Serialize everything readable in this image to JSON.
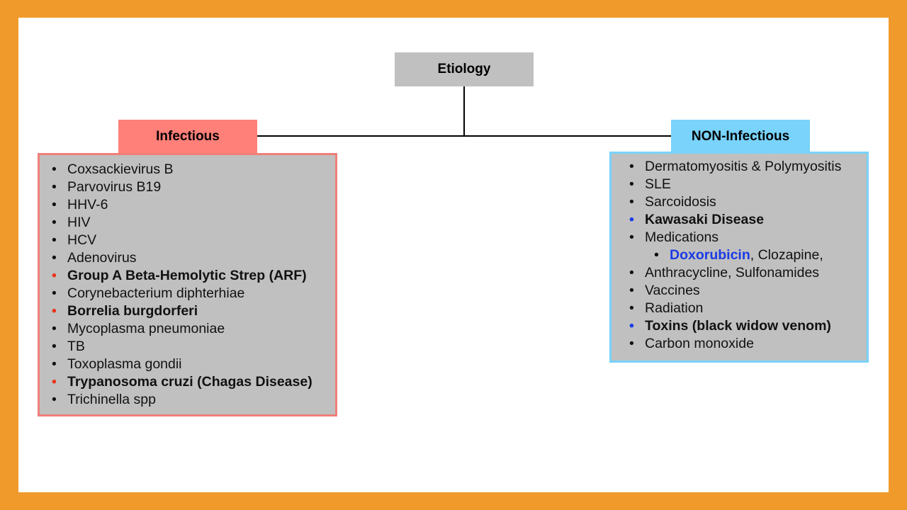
{
  "diagram": {
    "root": "Etiology",
    "infectious": {
      "label": "Infectious",
      "items": [
        {
          "text": "Coxsackievirus B",
          "highlight": false
        },
        {
          "text": "Parvovirus B19",
          "highlight": false
        },
        {
          "text": "HHV-6",
          "highlight": false
        },
        {
          "text": "HIV",
          "highlight": false
        },
        {
          "text": "HCV",
          "highlight": false
        },
        {
          "text": "Adenovirus",
          "highlight": false
        },
        {
          "text": "Group A Beta-Hemolytic Strep (ARF)",
          "highlight": true
        },
        {
          "text": "Corynebacterium diphterhiae",
          "highlight": false
        },
        {
          "text": "Borrelia burgdorferi",
          "highlight": true
        },
        {
          "text": "Mycoplasma pneumoniae",
          "highlight": false
        },
        {
          "text": "TB",
          "highlight": false
        },
        {
          "text": "Toxoplasma gondii",
          "highlight": false
        },
        {
          "text": "Trypanosoma cruzi (Chagas Disease)",
          "highlight": true
        },
        {
          "text": "Trichinella spp",
          "highlight": false
        }
      ]
    },
    "non_infectious": {
      "label": "NON-Infectious",
      "items": [
        {
          "text": "Dermatomyositis & Polymyositis",
          "highlight": false
        },
        {
          "text": "SLE",
          "highlight": false
        },
        {
          "text": "Sarcoidosis",
          "highlight": false
        },
        {
          "text": "Kawasaki Disease",
          "highlight": true
        },
        {
          "text": "Medications",
          "highlight": false
        },
        {
          "text": "Vaccines",
          "highlight": false
        },
        {
          "text": "Radiation",
          "highlight": false
        },
        {
          "text": "Toxins (black widow venom)",
          "highlight": true
        },
        {
          "text": "Carbon monoxide",
          "highlight": false
        }
      ],
      "medications_sub": {
        "highlighted": "Doxorubicin",
        "rest_line1": ", Clozapine,",
        "line2": "Anthracycline, Sulfonamides"
      }
    }
  },
  "colors": {
    "frame": "#F09A2B",
    "root_fill": "#C0C0C0",
    "infectious_fill": "#FF7F79",
    "non_infectious_fill": "#79D3FB",
    "infectious_highlight": "#E8341C",
    "non_infectious_highlight": "#1A3AE6"
  }
}
